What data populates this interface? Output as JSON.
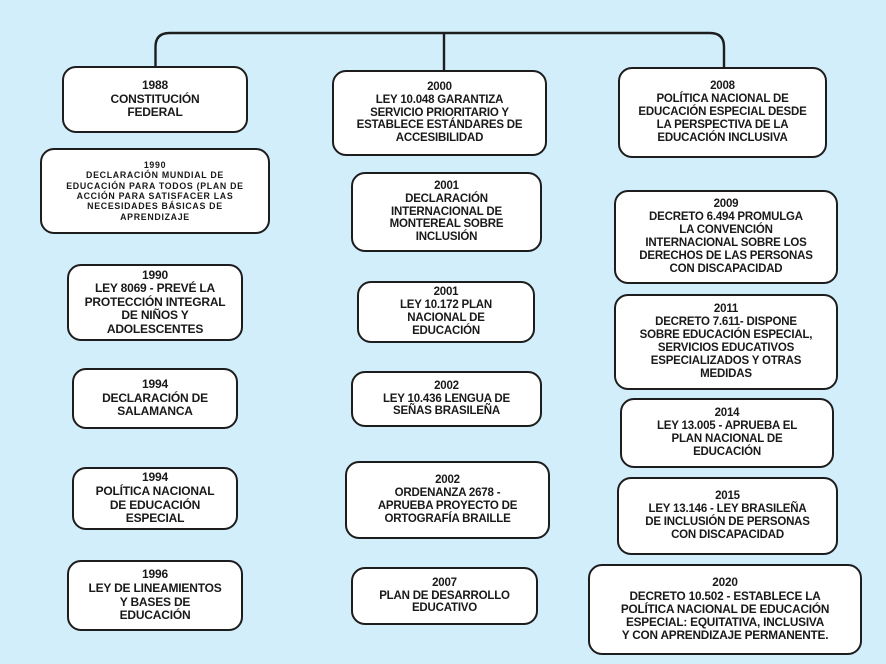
{
  "theme": {
    "background": "#d3eefb",
    "box_fill": "#ffffff",
    "line_color": "#1d1d1d"
  },
  "boxes": [
    {
      "year": "1988",
      "body": "CONSTITUCIÓN\nFEDERAL"
    },
    {
      "year": "1990",
      "body": "DECLARACIÓN MUNDIAL DE\nEDUCACIÓN PARA TODOS (PLAN DE\nACCIÓN PARA SATISFACER LAS\nNECESIDADES BÁSICAS DE\nAPRENDIZAJE"
    },
    {
      "year": "1990",
      "body": "LEY 8069 - PREVÉ LA\nPROTECCIÓN INTEGRAL\nDE NIÑOS Y\nADOLESCENTES"
    },
    {
      "year": "1994",
      "body": "DECLARACIÓN DE\nSALAMANCA"
    },
    {
      "year": "1994",
      "body": "POLÍTICA NACIONAL\nDE EDUCACIÓN\nESPECIAL"
    },
    {
      "year": "1996",
      "body": "LEY DE LINEAMIENTOS\nY BASES DE\nEDUCACIÓN"
    },
    {
      "year": "2000",
      "body": "LEY 10.048 GARANTIZA\nSERVICIO PRIORITARIO Y\nESTABLECE ESTÁNDARES DE\nACCESIBILIDAD"
    },
    {
      "year": "2001",
      "body": "DECLARACIÓN\nINTERNACIONAL DE\nMONTEREAL SOBRE\nINCLUSIÓN"
    },
    {
      "year": "2001",
      "body": "LEY 10.172 PLAN\nNACIONAL DE\nEDUCACIÓN"
    },
    {
      "year": "2002",
      "body": "LEY 10.436 LENGUA DE\nSEÑAS BRASILEÑA"
    },
    {
      "year": "2002",
      "body": "ORDENANZA 2678 -\nAPRUEBA PROYECTO DE\nORTOGRAFÍA BRAILLE"
    },
    {
      "year": "2007",
      "body": "PLAN DE DESARROLLO\nEDUCATIVO"
    },
    {
      "year": "2008",
      "body": "POLÍTICA NACIONAL DE\nEDUCACIÓN ESPECIAL DESDE\nLA PERSPECTIVA DE LA\nEDUCACIÓN INCLUSIVA"
    },
    {
      "year": "2009",
      "body": "DECRETO 6.494 PROMULGA\nLA CONVENCIÓN\nINTERNACIONAL SOBRE LOS\nDERECHOS DE LAS PERSONAS\nCON DISCAPACIDAD"
    },
    {
      "year": "2011",
      "body": "DECRETO 7.611- DISPONE\nSOBRE EDUCACIÓN ESPECIAL,\nSERVICIOS EDUCATIVOS\nESPECIALIZADOS Y OTRAS\nMEDIDAS"
    },
    {
      "year": "2014",
      "body": "LEY 13.005 - APRUEBA EL\nPLAN NACIONAL DE\nEDUCACIÓN"
    },
    {
      "year": "2015",
      "body": "LEY 13.146 - LEY BRASILEÑA\nDE INCLUSIÓN DE PERSONAS\nCON DISCAPACIDAD"
    },
    {
      "year": "2020",
      "body": "DECRETO 10.502 - ESTABLECE LA\nPOLÍTICA NACIONAL DE EDUCACIÓN\nESPECIAL: EQUITATIVA, INCLUSIVA\nY CON APRENDIZAJE PERMANENTE."
    }
  ]
}
